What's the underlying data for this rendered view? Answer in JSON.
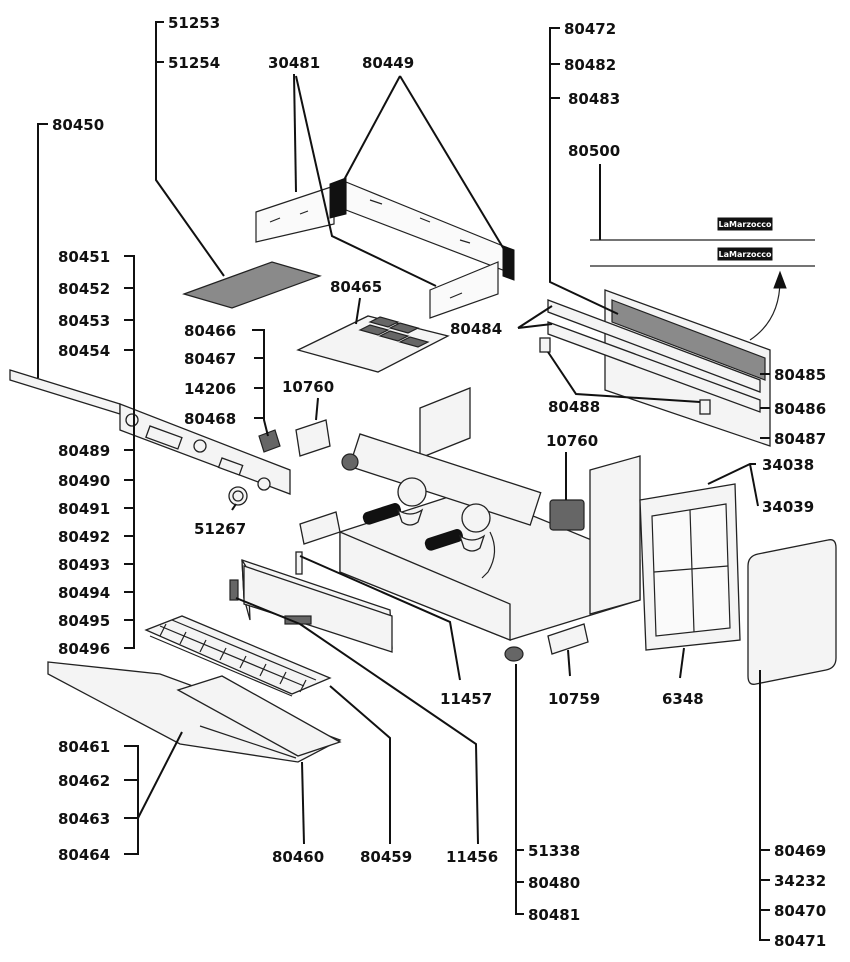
{
  "labels": {
    "p51253": "51253",
    "p51254": "51254",
    "p30481": "30481",
    "p80449": "80449",
    "p80472": "80472",
    "p80482": "80482",
    "p80483": "80483",
    "p80500": "80500",
    "p80450": "80450",
    "p80451": "80451",
    "p80452": "80452",
    "p80453": "80453",
    "p80454": "80454",
    "p80465": "80465",
    "p80466": "80466",
    "p80467": "80467",
    "p14206": "14206",
    "p80468": "80468",
    "p10760a": "10760",
    "p80484": "80484",
    "p80488": "80488",
    "p10760b": "10760",
    "p80485": "80485",
    "p80486": "80486",
    "p80487": "80487",
    "p34038": "34038",
    "p34039": "34039",
    "p80489": "80489",
    "p80490": "80490",
    "p80491": "80491",
    "p80492": "80492",
    "p80493": "80493",
    "p80494": "80494",
    "p80495": "80495",
    "p80496": "80496",
    "p51267": "51267",
    "p11457": "11457",
    "p10759": "10759",
    "p6348": "6348",
    "p80461": "80461",
    "p80462": "80462",
    "p80463": "80463",
    "p80464": "80464",
    "p80460": "80460",
    "p80459": "80459",
    "p11456": "11456",
    "p51338": "51338",
    "p80480": "80480",
    "p80481": "80481",
    "p80469": "80469",
    "p34232": "34232",
    "p80470": "80470",
    "p80471": "80471"
  },
  "logo_text": "LaMarzocco"
}
